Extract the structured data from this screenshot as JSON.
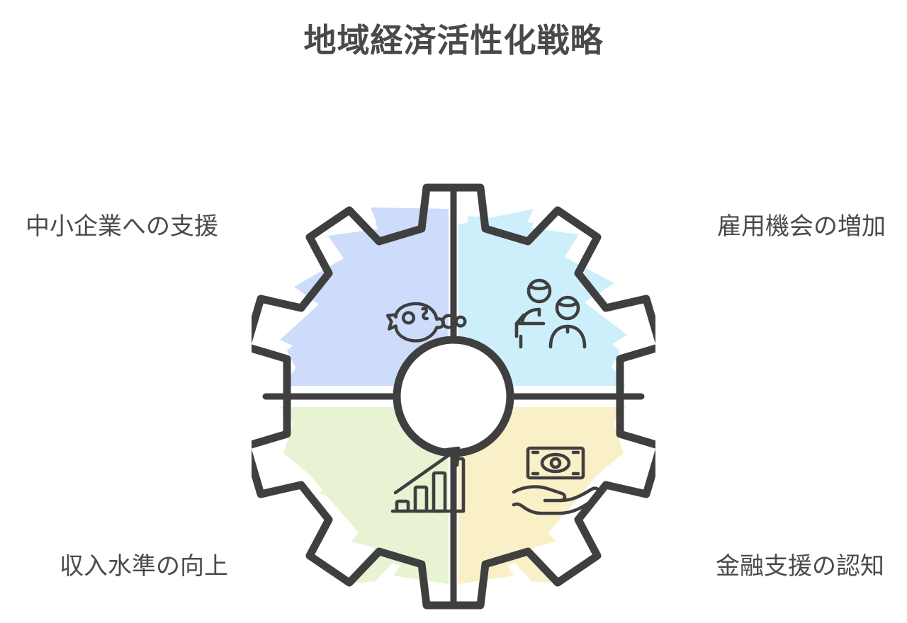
{
  "page": {
    "background_color": "#ffffff",
    "title": "地域経済活性化戦略"
  },
  "diagram": {
    "type": "gear-quadrant",
    "center_label": "",
    "stroke_color": "#3f3f3f",
    "quadrants": [
      {
        "position": "top-left",
        "label": "中小企業への支援",
        "fill_color": "#cddcfa",
        "icon": "piggy-bank-icon"
      },
      {
        "position": "top-right",
        "label": "雇用機会の増加",
        "fill_color": "#cdeffc",
        "icon": "two-people-icon"
      },
      {
        "position": "bottom-left",
        "label": "収入水準の向上",
        "fill_color": "#e7f3d3",
        "icon": "growth-bar-chart-icon"
      },
      {
        "position": "bottom-right",
        "label": "金融支援の認知",
        "fill_color": "#faf0c8",
        "icon": "hand-money-icon"
      }
    ]
  }
}
